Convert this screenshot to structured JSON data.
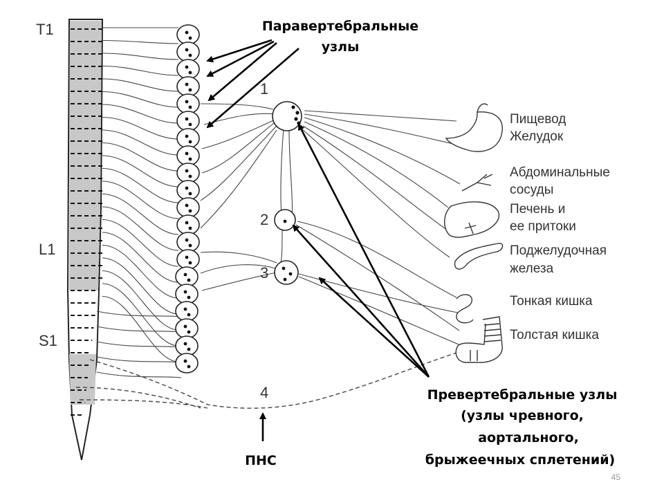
{
  "segments": {
    "t1": "T1",
    "l1": "L1",
    "s1": "S1"
  },
  "ganglia_numbers": {
    "n1": "1",
    "n2": "2",
    "n3": "3",
    "n4": "4"
  },
  "callouts": {
    "paravertebral_line1": "Паравертебральные",
    "paravertebral_line2": "узлы",
    "pns": "ПНС",
    "prevertebral_line1": "Превертебральные узлы",
    "prevertebral_line2": "(узлы чревного,",
    "prevertebral_line3": "аортального,",
    "prevertebral_line4": "брыжеечных сплетений)"
  },
  "organs": {
    "esophagus": "Пищевод",
    "stomach": "Желудок",
    "abdominal_vessels_line1": "Абдоминальные",
    "abdominal_vessels_line2": "сосуды",
    "liver_line1": "Печень и",
    "liver_line2": "ее притоки",
    "pancreas_line1": "Поджелудочная",
    "pancreas_line2": "железа",
    "small_intestine": "Тонкая кишка",
    "large_intestine": "Толстая кишка"
  },
  "page_number": "45",
  "colors": {
    "cord_fill": "#c8c8c8",
    "line": "#333333",
    "arrow": "#000000"
  }
}
